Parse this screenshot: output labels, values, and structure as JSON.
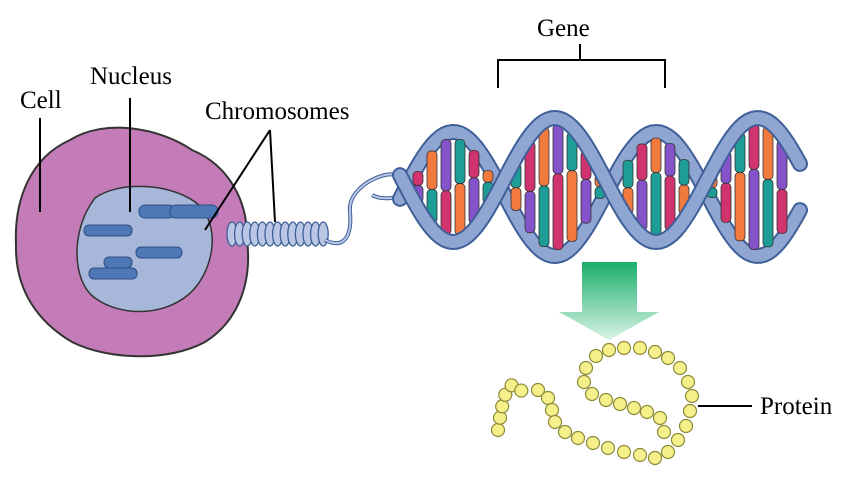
{
  "labels": {
    "cell": "Cell",
    "nucleus": "Nucleus",
    "chromosomes": "Chromosomes",
    "gene": "Gene",
    "protein": "Protein"
  },
  "colors": {
    "cell_fill": "#C47CB8",
    "nucleus_fill": "#A7B7D9",
    "chromosome": "#4E77B5",
    "coil": "#B9C7E4",
    "backbone": "#8FA6D2",
    "backbone_edge": "#3F5F99",
    "base_red": "#D1336E",
    "base_orange": "#F27A3E",
    "base_purple": "#8453C9",
    "base_teal": "#1E9D96",
    "arrow_top": "#1AAE6A",
    "arrow_bottom": "#D9F3E6",
    "bead": "#F6F08A",
    "bead_edge": "#8A8A3A"
  }
}
